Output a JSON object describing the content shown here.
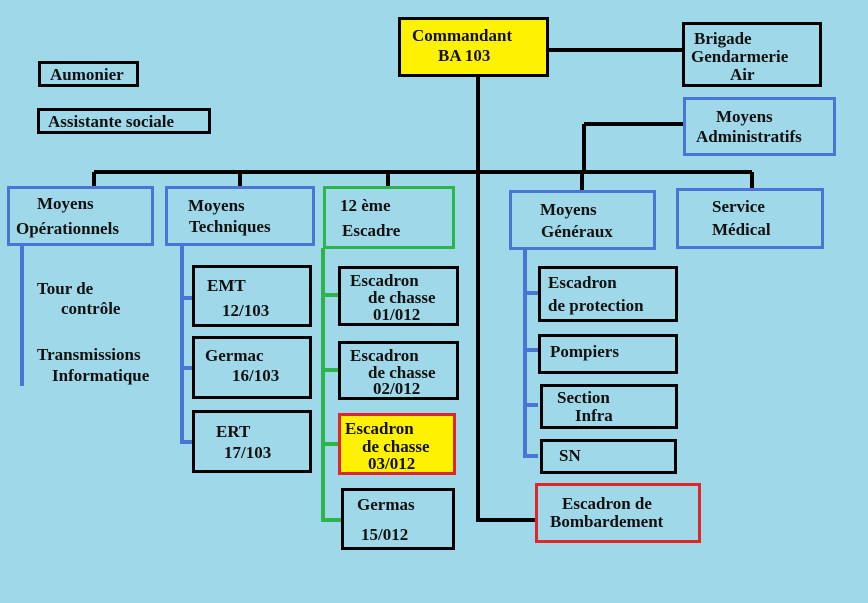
{
  "commandant": {
    "line1": "Commandant",
    "line2": "BA 103"
  },
  "brigade": {
    "line1": "Brigade",
    "line2": "Gendarmerie",
    "line3": "Air"
  },
  "aumonier": "Aumonier",
  "assistante": "Assistante sociale",
  "admin": {
    "line1": "Moyens",
    "line2": "Administratifs"
  },
  "ops": {
    "line1": "Moyens",
    "line2": "Opérationnels",
    "item1a": "Tour de",
    "item1b": "contrôle",
    "item2a": "Transmissions",
    "item2b": "Informatique"
  },
  "tech": {
    "line1": "Moyens",
    "line2": "Techniques",
    "emt": {
      "a": "EMT",
      "b": "12/103"
    },
    "germac": {
      "a": "Germac",
      "b": "16/103"
    },
    "ert": {
      "a": "ERT",
      "b": "17/103"
    }
  },
  "escadre": {
    "line1": "12 ème",
    "line2": "Escadre",
    "ec1": {
      "a": "Escadron",
      "b": "de chasse",
      "c": "01/012"
    },
    "ec2": {
      "a": "Escadron",
      "b": "de chasse",
      "c": "02/012"
    },
    "ec3": {
      "a": "Escadron",
      "b": "de chasse",
      "c": "03/012"
    },
    "germas": {
      "a": "Germas",
      "b": "15/012"
    }
  },
  "generaux": {
    "line1": "Moyens",
    "line2": "Généraux",
    "prot": {
      "a": "Escadron",
      "b": "de protection"
    },
    "pompiers": "Pompiers",
    "infra": {
      "a": "Section",
      "b": "Infra"
    },
    "sn": "SN"
  },
  "medical": {
    "line1": "Service",
    "line2": "Médical"
  },
  "bombardement": {
    "line1": "Escadron de",
    "line2": "Bombardement"
  },
  "colors": {
    "background": "#9fd9e9",
    "highlight": "#fff200",
    "black": "#000000",
    "blue": "#4a74d6",
    "green": "#2cb54a",
    "red": "#e0262a"
  }
}
